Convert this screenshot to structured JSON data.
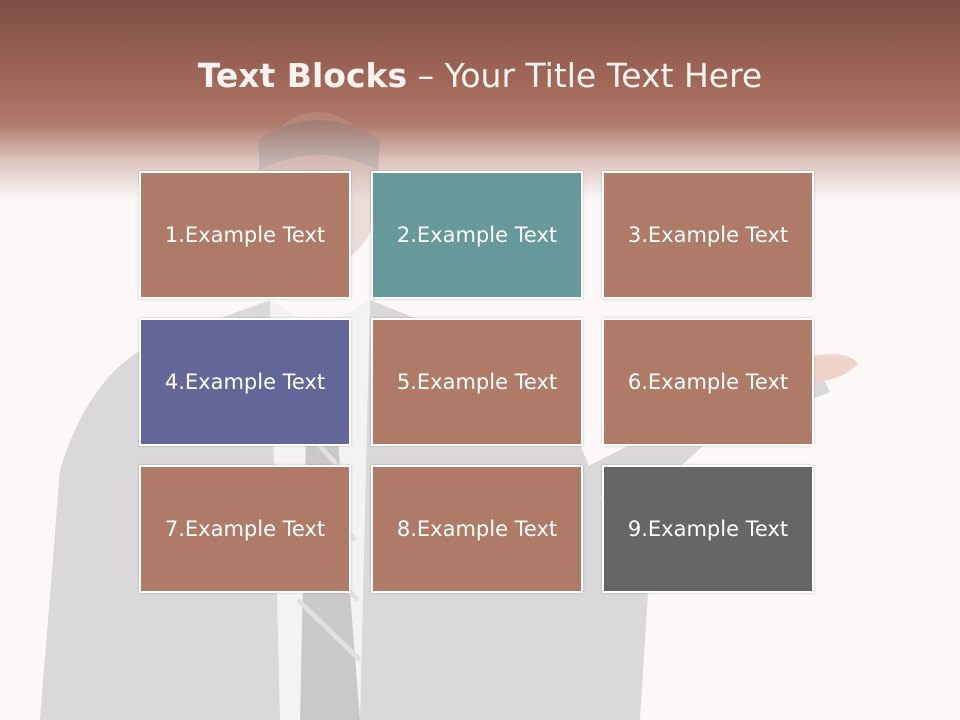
{
  "slide": {
    "title_bold": "Text Blocks",
    "title_dash": " – ",
    "title_rest": "Your Title Text Here"
  },
  "blocks": [
    {
      "label": "1.Example Text",
      "color": "#b07a68"
    },
    {
      "label": "2.Example Text",
      "color": "#66999a"
    },
    {
      "label": "3.Example Text",
      "color": "#b07a68"
    },
    {
      "label": "4.Example Text",
      "color": "#64669a"
    },
    {
      "label": "5.Example Text",
      "color": "#b07a68"
    },
    {
      "label": "6.Example Text",
      "color": "#b07a68"
    },
    {
      "label": "7.Example Text",
      "color": "#b07a68"
    },
    {
      "label": "8.Example Text",
      "color": "#b07a68"
    },
    {
      "label": "9.Example Text",
      "color": "#666666"
    }
  ],
  "colors": {
    "header_band": "#a46a5c",
    "background": "#fbf8f7"
  }
}
